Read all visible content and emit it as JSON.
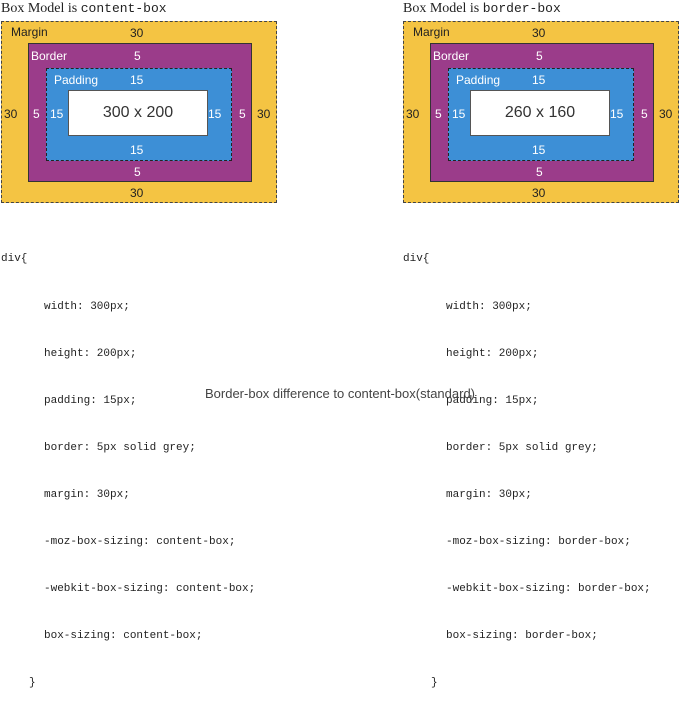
{
  "panels": [
    {
      "title_prefix": "Box Model is ",
      "title_code": "content-box",
      "margin_label": "Margin",
      "border_label": "Border",
      "padding_label": "Padding",
      "margin_top": "30",
      "margin_bottom": "30",
      "margin_left": "30",
      "margin_right": "30",
      "border_top": "5",
      "border_bottom": "5",
      "border_left": "5",
      "border_right": "5",
      "padding_top": "15",
      "padding_bottom": "15",
      "padding_left": "15",
      "padding_right": "15",
      "content": "300 x 200",
      "code": [
        "div{",
        "width: 300px;",
        "height: 200px;",
        "padding: 15px;",
        "border: 5px solid grey;",
        "margin: 30px;",
        "-moz-box-sizing: content-box;",
        "-webkit-box-sizing: content-box;",
        "box-sizing: content-box;",
        "}"
      ]
    },
    {
      "title_prefix": "Box Model is ",
      "title_code": "border-box",
      "margin_label": "Margin",
      "border_label": "Border",
      "padding_label": "Padding",
      "margin_top": "30",
      "margin_bottom": "30",
      "margin_left": "30",
      "margin_right": "30",
      "border_top": "5",
      "border_bottom": "5",
      "border_left": "5",
      "border_right": "5",
      "padding_top": "15",
      "padding_bottom": "15",
      "padding_left": "15",
      "padding_right": "15",
      "content": "260 x 160",
      "code": [
        "div{",
        "width: 300px;",
        "height: 200px;",
        "padding: 15px;",
        "border: 5px solid grey;",
        "margin: 30px;",
        "-moz-box-sizing: border-box;",
        "-webkit-box-sizing: border-box;",
        "box-sizing: border-box;",
        "}"
      ]
    }
  ],
  "colors": {
    "margin": "#f4c443",
    "border": "#9b3c8a",
    "padding": "#3d8fd6",
    "content": "#ffffff"
  },
  "caption": "Border-box difference to content-box(standard)"
}
